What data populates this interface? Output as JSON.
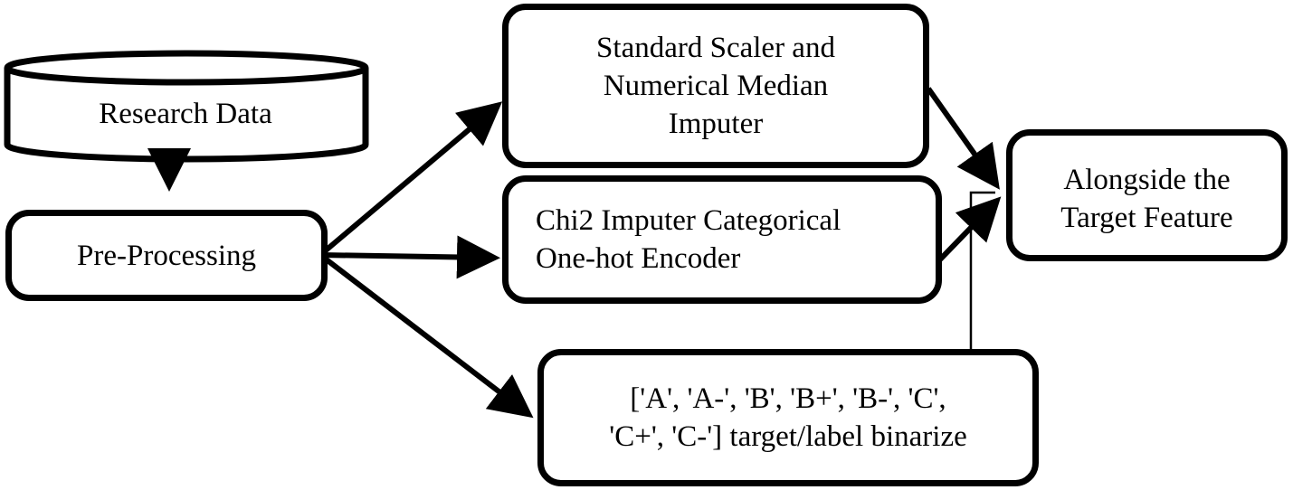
{
  "nodes": {
    "research_data": "Research Data",
    "pre_processing": "Pre-Processing",
    "standard_scaler": [
      "Standard Scaler and",
      "Numerical Median",
      "Imputer"
    ],
    "chi2_imputer": [
      "Chi2 Imputer Categorical",
      "One-hot Encoder"
    ],
    "target_binarize": [
      "['A', 'A-', 'B', 'B+', 'B-', 'C',",
      "'C+', 'C-'] target/label binarize"
    ],
    "target_feature": [
      "Alongside the",
      "Target Feature"
    ]
  },
  "colors": {
    "stroke": "#000000",
    "background": "#ffffff"
  }
}
